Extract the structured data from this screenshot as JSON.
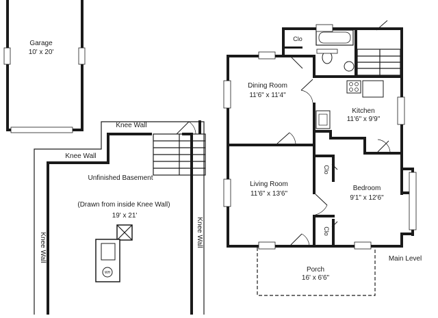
{
  "rooms": {
    "garage": {
      "name": "Garage",
      "dims": "10' x 20'"
    },
    "basement": {
      "name": "Unfinished Basement",
      "note": "(Drawn from inside Knee Wall)",
      "dims": "19' x 21'"
    },
    "dining": {
      "name": "Dining Room",
      "dims": "11'6\" x 11'4\""
    },
    "kitchen": {
      "name": "Kitchen",
      "dims": "11'6\" x 9'9\""
    },
    "living": {
      "name": "Living Room",
      "dims": "11'6\" x 13'6\""
    },
    "bedroom": {
      "name": "Bedroom",
      "dims": "9'1\" x 12'6\""
    },
    "porch": {
      "name": "Porch",
      "dims": "16' x 6'6\""
    }
  },
  "labels": {
    "knee_wall": "Knee Wall",
    "closet": "Clo",
    "water_heater": "WH",
    "level": "Main Level"
  }
}
